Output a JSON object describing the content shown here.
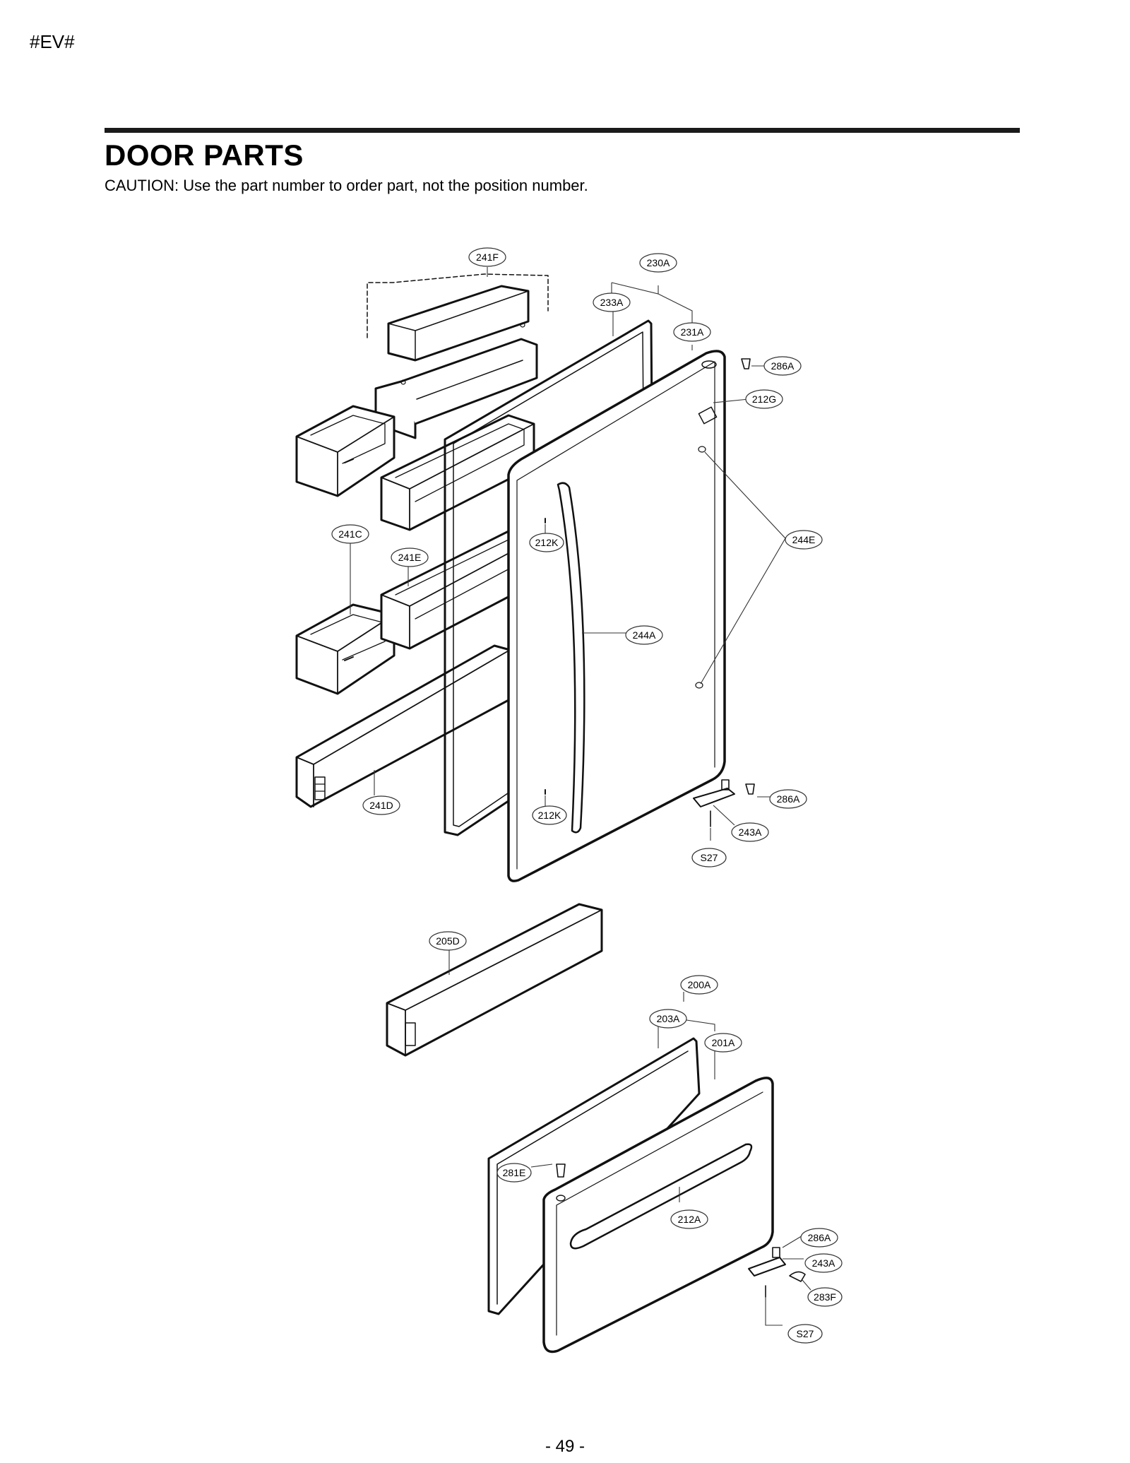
{
  "header": {
    "tag": "#EV#"
  },
  "section": {
    "title": "DOOR PARTS",
    "caution": "CAUTION: Use the part number to order part, not the position number."
  },
  "callouts": {
    "p241F": "241F",
    "p230A": "230A",
    "p233A": "233A",
    "p231A": "231A",
    "p286A_1": "286A",
    "p212G": "212G",
    "p244E": "244E",
    "p241C": "241C",
    "p241E": "241E",
    "p212K_1": "212K",
    "p244A": "244A",
    "p241D": "241D",
    "p212K_2": "212K",
    "p286A_2": "286A",
    "p243A_1": "243A",
    "pS27_1": "S27",
    "p205D": "205D",
    "p200A": "200A",
    "p203A": "203A",
    "p201A": "201A",
    "p281E": "281E",
    "p212A": "212A",
    "p286A_3": "286A",
    "p243A_2": "243A",
    "p283F": "283F",
    "pS27_2": "S27"
  },
  "footer": {
    "page": "- 49 -"
  }
}
